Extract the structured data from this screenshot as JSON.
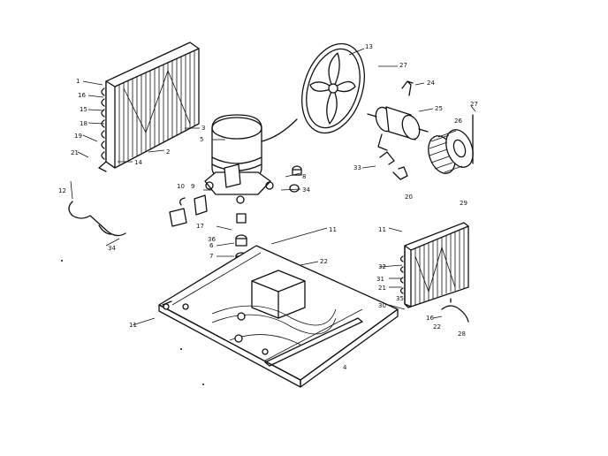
{
  "callouts": {
    "c_1": "1",
    "c_16": "16",
    "c_15": "15",
    "c_18": "18",
    "c_19": "19",
    "c_21a": "21",
    "c_12": "12",
    "c_34a": "34",
    "c_3": "3",
    "c_2": "2",
    "c_14": "14",
    "c_5": "5",
    "c_10": "10",
    "c_9": "9",
    "c_17": "17",
    "c_6": "6",
    "c_36": "36",
    "c_7": "7",
    "c_8": "8",
    "c_34b": "34",
    "c_13": "13",
    "c_27a": "27",
    "c_24": "24",
    "c_25": "25",
    "c_26": "26",
    "c_27b": "27",
    "c_33": "33",
    "c_20": "20",
    "c_11a": "11",
    "c_22": "22",
    "c_11b": "11",
    "c_29": "29",
    "c_11c": "11",
    "c_32": "32",
    "c_31": "31",
    "c_21b": "21",
    "c_35": "35",
    "c_30": "30",
    "c_16b": "16",
    "c_22b": "22",
    "c_28": "28",
    "c_4": "4"
  }
}
